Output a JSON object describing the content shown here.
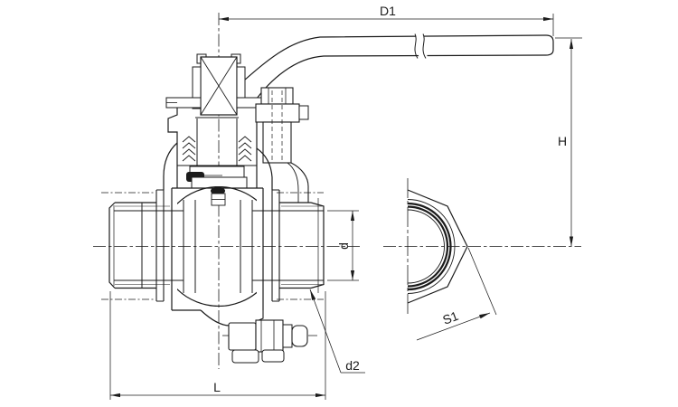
{
  "drawing": {
    "description": "Sectioned engineering drawing of a threaded two-piece ball valve with lever handle: front cross-section view, hex end view, and dimension callouts",
    "background_color": "#ffffff",
    "line_color": "#1b1b1b",
    "views": [
      {
        "name": "front-section-view"
      },
      {
        "name": "end-hex-view"
      }
    ],
    "dimension_labels": {
      "d1": "D1",
      "h": "H",
      "d": "d",
      "d2": "d2",
      "s1": "S1",
      "l": "L"
    }
  }
}
